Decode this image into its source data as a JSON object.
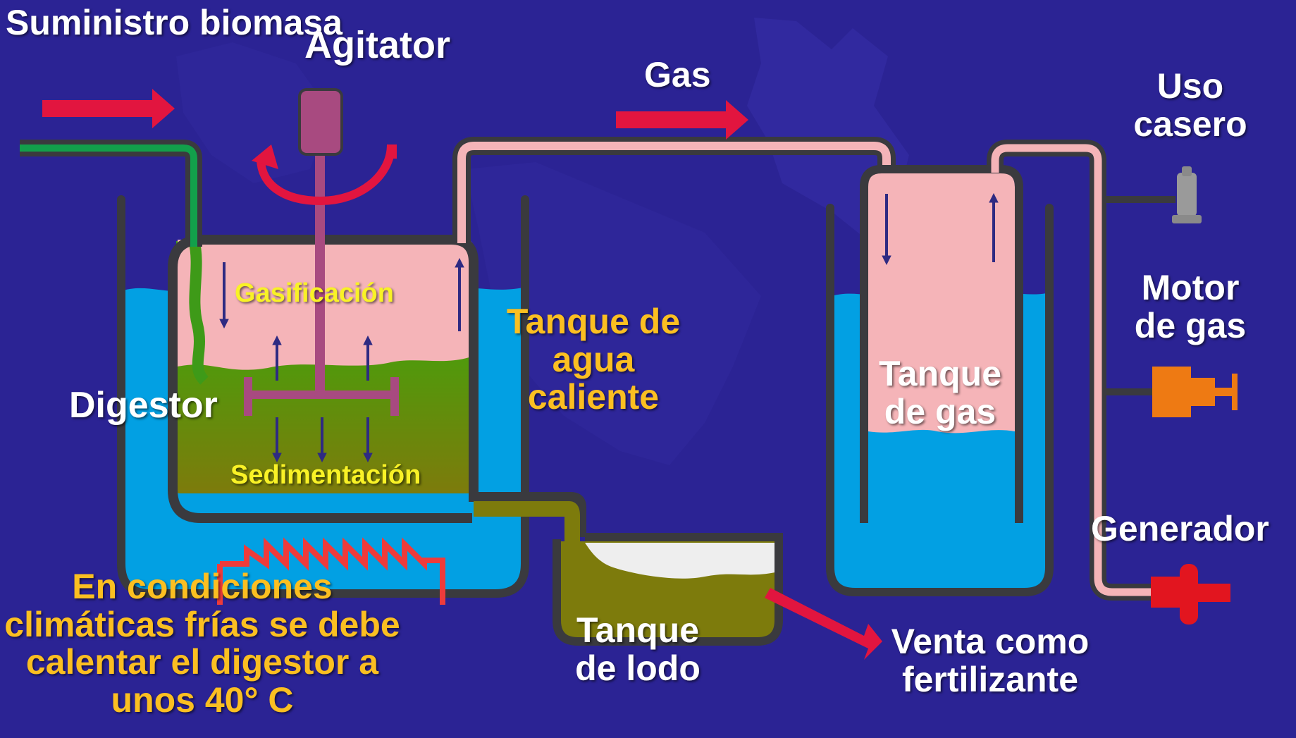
{
  "labels": {
    "biomass_supply": "Suministro biomasa",
    "agitator": "Agitator",
    "gas": "Gas",
    "home_use": "Uso casero",
    "gasification": "Gasificación",
    "hot_water_tank": "Tanque de agua caliente",
    "digester": "Digestor",
    "sedimentation": "Sedimentación",
    "gas_tank": "Tanque de gas",
    "gas_engine": "Motor de gas",
    "generator": "Generador",
    "sludge_tank": "Tanque de lodo",
    "fertilizer_sale": "Venta como fertilizante",
    "cold_climate_note": "En condiciones climáticas frías se debe calentar el digestor a unos 40° C"
  },
  "colors": {
    "background": "#2b2394",
    "water": "#02a0e3",
    "gas_pink": "#f5b4b8",
    "biomass_green": "#3e9a18",
    "sludge_olive": "#7d7b0c",
    "tank_wall": "#3a3a3e",
    "flow_arrow": "#e2153f",
    "agitator": "#a84a80",
    "label_white": "#ffffff",
    "label_gold": "#fbbf21",
    "label_yellow": "#f9f226"
  },
  "icons": [
    "flow-arrow-icon",
    "rotation-arrow-icon",
    "gas-cylinder-icon",
    "gas-engine-icon",
    "generator-icon",
    "heating-coil-icon"
  ]
}
